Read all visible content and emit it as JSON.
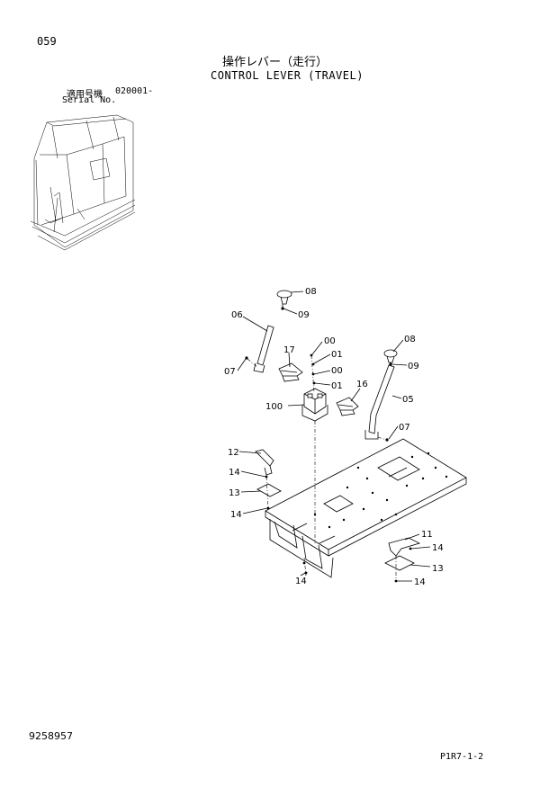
{
  "header": {
    "page_number": "059",
    "title_jp": "操作レバー（走行）",
    "title_en": "CONTROL LEVER (TRAVEL)",
    "serial_label_jp": "適用号機",
    "serial_range": "020001-",
    "serial_label_en": "Serial No."
  },
  "footer": {
    "document_number": "9258957",
    "page_code": "P1R7-1-2"
  },
  "callouts": {
    "c08_top": "08",
    "c09_top": "09",
    "c06": "06",
    "c17": "17",
    "c00_a": "00",
    "c01_a": "01",
    "c00_b": "00",
    "c01_b": "01",
    "c07_left": "07",
    "c08_right": "08",
    "c09_right": "09",
    "c16": "16",
    "c05": "05",
    "c100": "100",
    "c07_right": "07",
    "c12": "12",
    "c14_a": "14",
    "c13_left": "13",
    "c14_b": "14",
    "c11": "11",
    "c14_c": "14",
    "c13_right": "13",
    "c14_d": "14",
    "c14_e": "14"
  }
}
